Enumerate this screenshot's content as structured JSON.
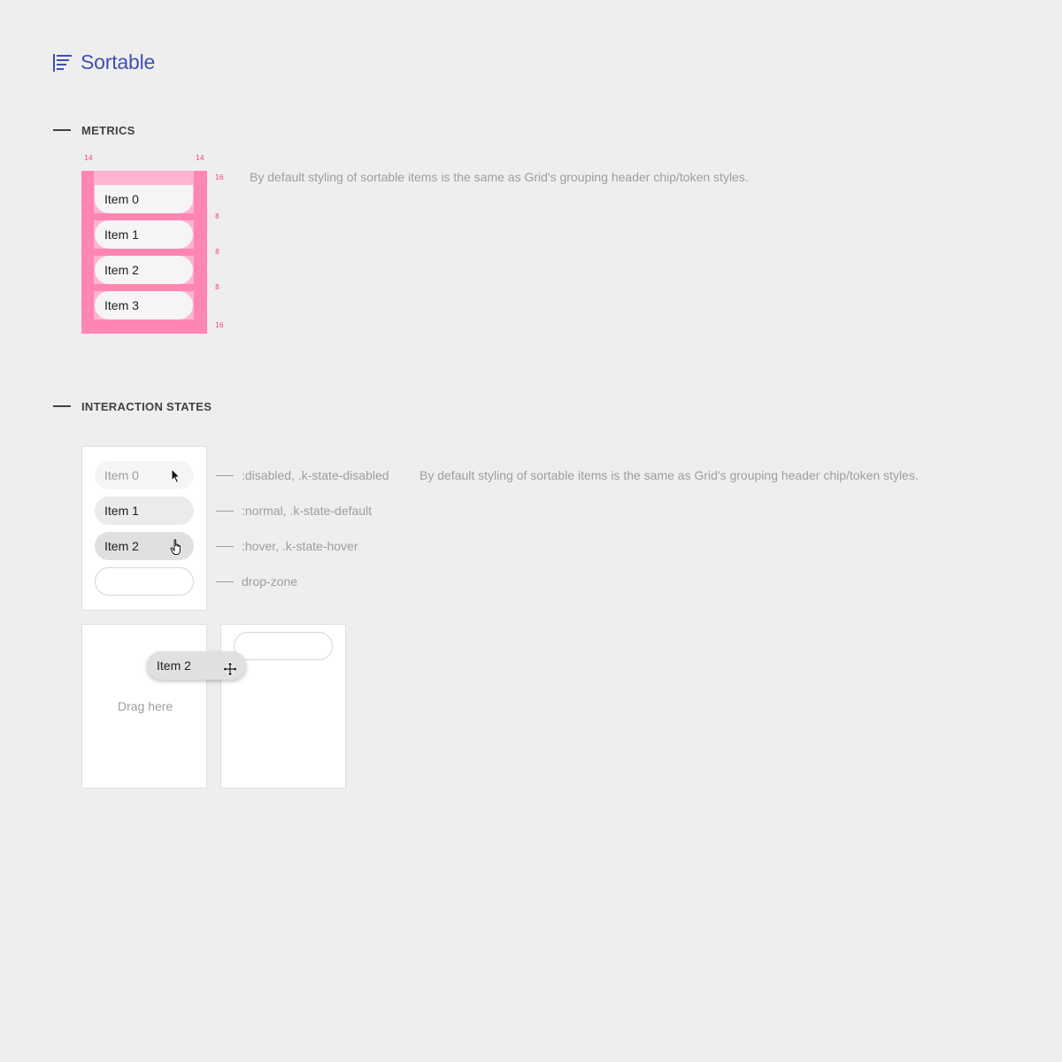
{
  "header": {
    "title": "Sortable",
    "icon": "sort-lines-icon"
  },
  "metrics": {
    "section_title": "METRICS",
    "labels": {
      "left_padding": "14",
      "right_padding": "14",
      "top": "16",
      "gap1": "8",
      "gap2": "8",
      "gap3": "8",
      "bottom": "16"
    },
    "items": [
      "Item 0",
      "Item 1",
      "Item 2",
      "Item 3"
    ],
    "description": "By default styling of sortable items is the same as Grid's grouping header chip/token styles."
  },
  "states": {
    "section_title": "INTERACTION STATES",
    "items": {
      "disabled": "Item 0",
      "normal": "Item 1",
      "hover": "Item 2"
    },
    "labels": {
      "disabled": ":disabled, .k-state-disabled",
      "normal": ":normal, .k-state-default",
      "hover": ":hover, .k-state-hover",
      "dropzone": "drop-zone"
    },
    "description": "By default styling of sortable items is the same as Grid's grouping header chip/token styles.",
    "drag": {
      "item": "Item 2",
      "empty_text": "Drag here"
    }
  },
  "colors": {
    "accent": "#3f51b5",
    "metric_pink": "#ff4081",
    "padding_fill": "#ffb3d1",
    "padding_strong": "#ff85b3"
  }
}
